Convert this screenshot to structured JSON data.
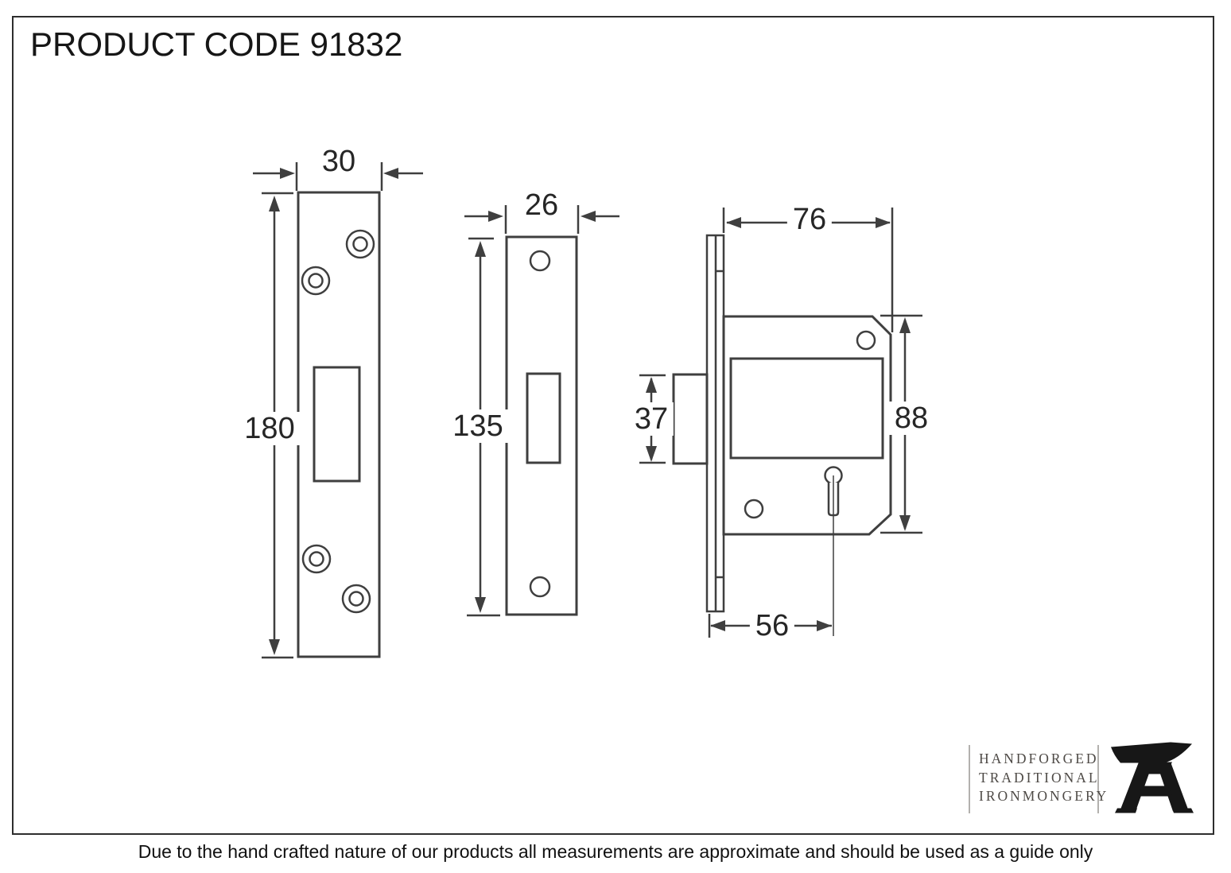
{
  "page": {
    "title": "PRODUCT CODE 91832",
    "disclaimer": "Due to the hand crafted nature of our products all measurements are approximate and should be used as a guide only"
  },
  "drawing": {
    "strike_plate": {
      "width_mm": "30",
      "height_mm": "180"
    },
    "faceplate": {
      "width_mm": "26",
      "height_mm": "135"
    },
    "lock_case": {
      "width_mm": "76",
      "height_mm": "88",
      "bolt_height_mm": "37",
      "backset_mm": "56"
    }
  },
  "logo": {
    "line1": "HANDFORGED",
    "line2": "TRADITIONAL",
    "line3": "IRONMONGERY",
    "icon": "anvil-icon"
  },
  "colors": {
    "line": "#3f3f3f",
    "text": "#262626",
    "logo_text": "#4e4a46",
    "anvil": "#171717"
  }
}
